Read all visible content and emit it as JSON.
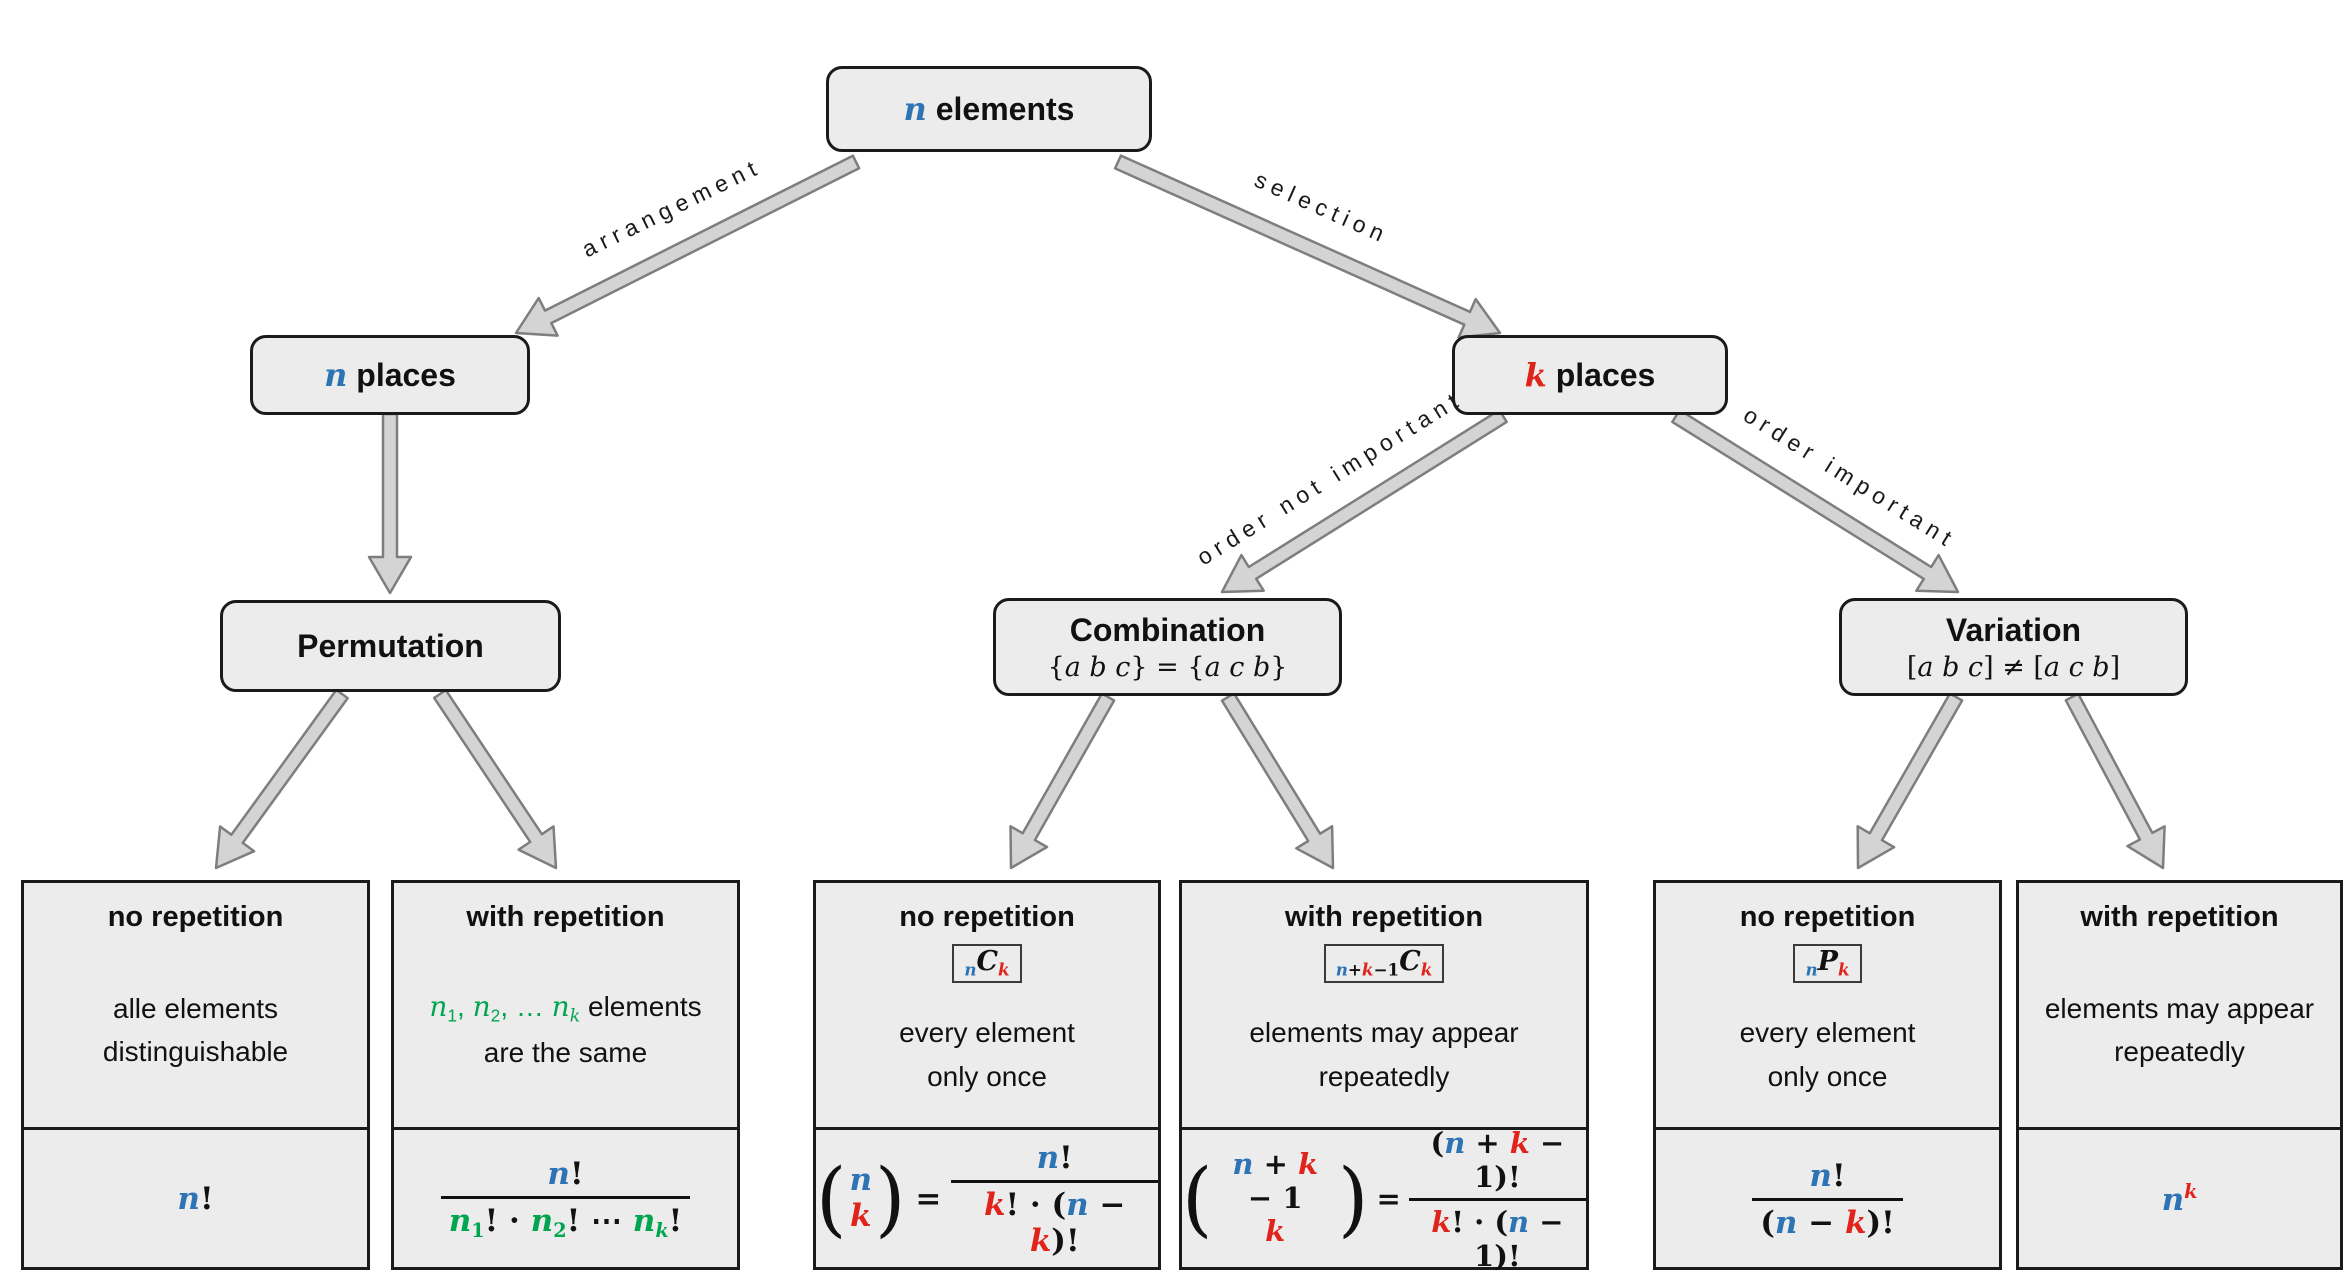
{
  "colors": {
    "blue": "#2E74B5",
    "red": "#E0241B",
    "green": "#00A550"
  },
  "sym": {
    "lparen": "(",
    "rparen": ")"
  },
  "nodes": {
    "root": {
      "tokens": [
        {
          "t": "n",
          "s": "b v"
        },
        {
          "t": " elements",
          "s": ""
        }
      ]
    },
    "n_places": {
      "tokens": [
        {
          "t": "n",
          "s": "b v"
        },
        {
          "t": " places",
          "s": ""
        }
      ]
    },
    "k_places": {
      "tokens": [
        {
          "t": "k",
          "s": "r v"
        },
        {
          "t": " places",
          "s": ""
        }
      ]
    },
    "permutation": {
      "title": "Permutation"
    },
    "combination": {
      "title": "Combination",
      "subtitle": [
        {
          "t": "{",
          "s": ""
        },
        {
          "t": "a b c",
          "s": "v"
        },
        {
          "t": "} = {",
          "s": ""
        },
        {
          "t": "a c b",
          "s": "v"
        },
        {
          "t": "}",
          "s": ""
        }
      ]
    },
    "variation": {
      "title": "Variation",
      "subtitle": [
        {
          "t": "[",
          "s": ""
        },
        {
          "t": "a b c",
          "s": "v"
        },
        {
          "t": "] ≠ [",
          "s": ""
        },
        {
          "t": "a c b",
          "s": "v"
        },
        {
          "t": "]",
          "s": ""
        }
      ]
    }
  },
  "edges": {
    "arrangement": "arrangement",
    "selection": "selection",
    "order_not_important": "order not important",
    "order_important": "order important"
  },
  "leaves": [
    {
      "title": "no repetition",
      "desc": [
        [
          {
            "t": "alle elements",
            "s": ""
          }
        ],
        [
          {
            "t": "distinguishable",
            "s": ""
          }
        ]
      ],
      "formula": {
        "tokens": [
          {
            "t": "n",
            "s": "b v"
          },
          {
            "t": "!",
            "s": ""
          }
        ]
      }
    },
    {
      "title": "with repetition",
      "desc": [
        [
          {
            "t": "n",
            "s": "g v"
          },
          {
            "t": "1",
            "s": "g sub"
          },
          {
            "t": ", ",
            "s": "g"
          },
          {
            "t": "n",
            "s": "g v"
          },
          {
            "t": "2",
            "s": "g sub"
          },
          {
            "t": ", … ",
            "s": "g"
          },
          {
            "t": "n",
            "s": "g v"
          },
          {
            "t": "k",
            "s": "g v sub"
          },
          {
            "t": " elements",
            "s": ""
          }
        ],
        [
          {
            "t": "are the same",
            "s": ""
          }
        ]
      ],
      "formula": {
        "num": [
          {
            "t": "n",
            "s": "b v"
          },
          {
            "t": "!",
            "s": ""
          }
        ],
        "den": [
          {
            "t": "n",
            "s": "g v"
          },
          {
            "t": "1",
            "s": "g sub"
          },
          {
            "t": "! · ",
            "s": ""
          },
          {
            "t": "n",
            "s": "g v"
          },
          {
            "t": "2",
            "s": "g sub"
          },
          {
            "t": "! ⋯ ",
            "s": ""
          },
          {
            "t": "n",
            "s": "g v"
          },
          {
            "t": "k",
            "s": "g v sub"
          },
          {
            "t": "!",
            "s": ""
          }
        ]
      }
    },
    {
      "title": "no repetition",
      "badge": [
        {
          "t": "n",
          "s": "b v sub"
        },
        {
          "t": "C",
          "s": "v"
        },
        {
          "t": "k",
          "s": "r v sub"
        }
      ],
      "desc": [
        [
          {
            "t": "every element",
            "s": ""
          }
        ],
        [
          {
            "t": "only once",
            "s": ""
          }
        ]
      ],
      "formula": {
        "binom_top": [
          {
            "t": "n",
            "s": "b v"
          }
        ],
        "binom_bot": [
          {
            "t": "k",
            "s": "r v"
          }
        ],
        "eq": "=",
        "num": [
          {
            "t": "n",
            "s": "b v"
          },
          {
            "t": "!",
            "s": ""
          }
        ],
        "den": [
          {
            "t": "k",
            "s": "r v"
          },
          {
            "t": "! · (",
            "s": ""
          },
          {
            "t": "n",
            "s": "b v"
          },
          {
            "t": " − ",
            "s": ""
          },
          {
            "t": "k",
            "s": "r v"
          },
          {
            "t": ")!",
            "s": ""
          }
        ]
      }
    },
    {
      "title": "with repetition",
      "badge": [
        {
          "t": "n",
          "s": "b v sub"
        },
        {
          "t": "+",
          "s": "sub"
        },
        {
          "t": "k",
          "s": "r v sub"
        },
        {
          "t": "−1",
          "s": "sub"
        },
        {
          "t": "C",
          "s": "v"
        },
        {
          "t": "k",
          "s": "r v sub"
        }
      ],
      "desc": [
        [
          {
            "t": "elements may appear",
            "s": ""
          }
        ],
        [
          {
            "t": "repeatedly",
            "s": ""
          }
        ]
      ],
      "formula": {
        "binom_top": [
          {
            "t": "n",
            "s": "b v"
          },
          {
            "t": " + ",
            "s": ""
          },
          {
            "t": "k",
            "s": "r v"
          },
          {
            "t": " − 1",
            "s": ""
          }
        ],
        "binom_bot": [
          {
            "t": "k",
            "s": "r v"
          }
        ],
        "eq": "=",
        "num": [
          {
            "t": "(",
            "s": ""
          },
          {
            "t": "n",
            "s": "b v"
          },
          {
            "t": " + ",
            "s": ""
          },
          {
            "t": "k",
            "s": "r v"
          },
          {
            "t": " − 1",
            "s": ""
          },
          {
            "t": ")!",
            "s": ""
          }
        ],
        "den": [
          {
            "t": "k",
            "s": "r v"
          },
          {
            "t": "! · (",
            "s": ""
          },
          {
            "t": "n",
            "s": "b v"
          },
          {
            "t": " − 1)!",
            "s": ""
          }
        ]
      }
    },
    {
      "title": "no repetition",
      "badge": [
        {
          "t": "n",
          "s": "b v sub"
        },
        {
          "t": "P",
          "s": "v"
        },
        {
          "t": "k",
          "s": "r v sub"
        }
      ],
      "desc": [
        [
          {
            "t": "every element",
            "s": ""
          }
        ],
        [
          {
            "t": "only once",
            "s": ""
          }
        ]
      ],
      "formula": {
        "num": [
          {
            "t": "n",
            "s": "b v"
          },
          {
            "t": "!",
            "s": ""
          }
        ],
        "den": [
          {
            "t": "(",
            "s": ""
          },
          {
            "t": "n",
            "s": "b v"
          },
          {
            "t": " − ",
            "s": ""
          },
          {
            "t": "k",
            "s": "r v"
          },
          {
            "t": ")!",
            "s": ""
          }
        ]
      }
    },
    {
      "title": "with repetition",
      "desc": [
        [
          {
            "t": "elements may appear",
            "s": ""
          }
        ],
        [
          {
            "t": "repeatedly",
            "s": ""
          }
        ]
      ],
      "formula": {
        "tokens": [
          {
            "t": "n",
            "s": "b v"
          },
          {
            "t": "k",
            "s": "r v sup"
          }
        ]
      }
    }
  ]
}
